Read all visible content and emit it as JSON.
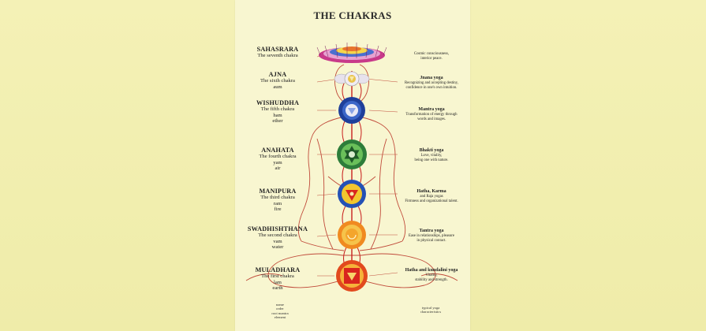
{
  "title": "THE CHAKRAS",
  "chakras": [
    {
      "name": "SAHASRARA",
      "lines": [
        "The seventh chakra"
      ],
      "yoga": "",
      "yoga_desc": [
        "Cosmic consciousness,",
        "interior peace."
      ],
      "color": "#c83a8a"
    },
    {
      "name": "AJNA",
      "lines": [
        "The sixth chakra",
        "aum"
      ],
      "yoga": "Jnana yoga",
      "yoga_desc": [
        "Recognizing and accepting destiny,",
        "confidence in one's own intuition."
      ],
      "color": "#e8e8f2"
    },
    {
      "name": "WISHUDDHA",
      "lines": [
        "The fifth chakra",
        "ham",
        "ether"
      ],
      "yoga": "Mantra yoga",
      "yoga_desc": [
        "Transformation of energy through",
        "words and images."
      ],
      "color": "#1f3f9a"
    },
    {
      "name": "ANAHATA",
      "lines": [
        "The fourth chakra",
        "yam",
        "air"
      ],
      "yoga": "Bhakti yoga",
      "yoga_desc": [
        "Love, vitality,",
        "being one with nature."
      ],
      "color": "#2e7d3a"
    },
    {
      "name": "MANIPURA",
      "lines": [
        "The third chakra",
        "ram",
        "fire"
      ],
      "yoga": "Hatha, Karma",
      "yoga_desc": [
        "and Raja yogas",
        "Firmness and organizational talent."
      ],
      "color": "#2451b5"
    },
    {
      "name": "SWADHISHTHANA",
      "lines": [
        "The second chakra",
        "vam",
        "water"
      ],
      "yoga": "Tantra yoga",
      "yoga_desc": [
        "Ease in relationships, pleasure",
        "in physical contact."
      ],
      "color": "#f08a20"
    },
    {
      "name": "MULADHARA",
      "lines": [
        "The first chakra",
        "lam",
        "earth"
      ],
      "yoga": "Hatha and kundalini yoga",
      "yoga_desc": [
        "Vitality,",
        "stability and strength."
      ],
      "color": "#e24a1e"
    }
  ],
  "legend_left": [
    "name",
    "order",
    "root mantra",
    "element"
  ],
  "legend_right": [
    "typical yoga",
    "characteristics"
  ],
  "colors": {
    "background": "#f2efb0",
    "poster": "#f8f6d0",
    "body_outline": "#c04a3a",
    "channel": "#c8201e"
  }
}
